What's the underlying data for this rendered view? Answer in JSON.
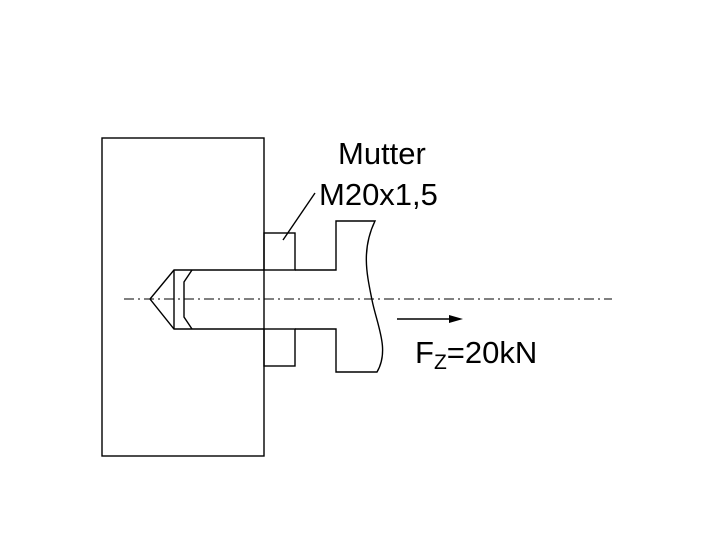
{
  "labels": {
    "nut_line1": "Mutter",
    "nut_line2": "M20x1,5",
    "force_symbol": "F",
    "force_subscript": "Z",
    "force_value": "=20kN"
  },
  "colors": {
    "stroke": "#000000",
    "background": "#ffffff"
  }
}
